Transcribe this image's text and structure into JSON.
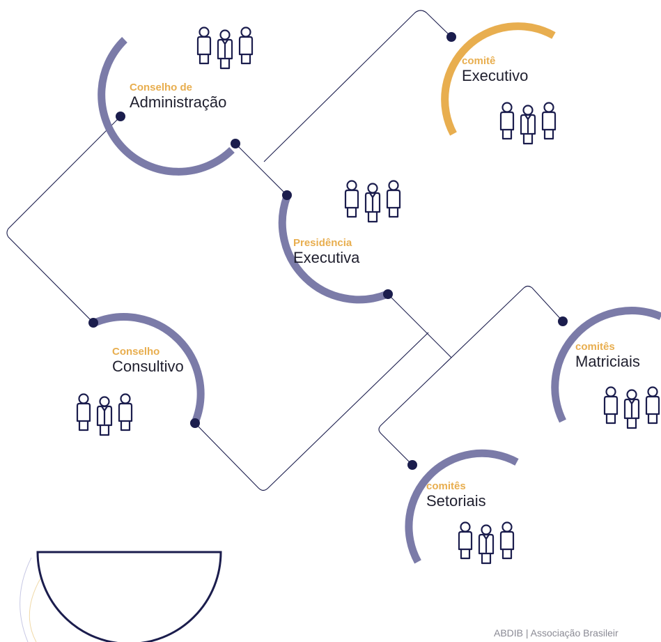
{
  "colors": {
    "arc_main": "#7b7ba8",
    "arc_accent": "#e8ae4f",
    "dot": "#1b1d4d",
    "line": "#1b1d4d",
    "kicker": "#e8ae4f",
    "people_icon": "#1b1d4d",
    "bowl": "#1b1d4d"
  },
  "nodes": [
    {
      "id": "conselho-administracao",
      "kicker": "Conselho de",
      "name": "Administração",
      "arc_color": "main",
      "icon": "people-group-icon"
    },
    {
      "id": "comite-executivo",
      "kicker": "comitê",
      "name": "Executivo",
      "arc_color": "accent",
      "icon": "people-group-icon"
    },
    {
      "id": "presidencia-executiva",
      "kicker": "Presidência",
      "name": "Executiva",
      "arc_color": "main",
      "icon": "people-group-icon"
    },
    {
      "id": "conselho-consultivo",
      "kicker": "Conselho",
      "name": "Consultivo",
      "arc_color": "main",
      "icon": "people-group-icon"
    },
    {
      "id": "comites-matriciais",
      "kicker": "comitês",
      "name": "Matriciais",
      "arc_color": "main",
      "icon": "people-group-icon"
    },
    {
      "id": "comites-setoriais",
      "kicker": "comitês",
      "name": "Setoriais",
      "arc_color": "main",
      "icon": "people-group-icon"
    }
  ],
  "footer": {
    "text": "ABDIB | Associação Brasileir"
  }
}
